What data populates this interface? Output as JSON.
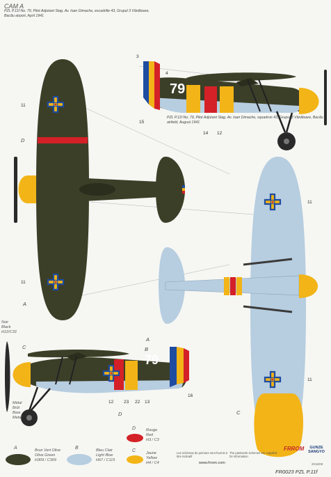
{
  "header": {
    "cam": "CAM A",
    "caption1": "PZL P.11f No. 79, Pilot Adjutant Stag. Av. Ioan Dimache, escadrille 43, Grupul 3 Vânătoare, Bacău airport, April 1941",
    "caption2": "PZL P.11f No. 79, Pilot Adjutant Stag. Av. Ioan Dimache, squadron 43, Grupul 3 Vânătoare, Bacău airfield, August 1941"
  },
  "marking": {
    "fuselage_number": "79"
  },
  "callouts": {
    "top_view": [
      "11",
      "D",
      "11",
      "A"
    ],
    "side_view": [
      "3",
      "4",
      "15",
      "14",
      "12"
    ],
    "bottom_view": [
      "11",
      "11",
      "C"
    ],
    "left_side_view": [
      "C",
      "A",
      "B",
      "12",
      "D",
      "23",
      "22",
      "13",
      "16"
    ]
  },
  "propeller": {
    "top_label": "Noir\nBlack\nH12/C33",
    "bottom_label": "Métal\nBrût\nBare\nMetal"
  },
  "swatches": [
    {
      "letter": "A",
      "label": "Brun Vert Olive\nOlive Green\nH309 / C309",
      "color": "#3c3f28"
    },
    {
      "letter": "B",
      "label": "Bleu Clair\nLight Blue\nH67 / C115",
      "color": "#b7cde0"
    },
    {
      "letter": "D",
      "label": "Rouge\nRed\nH3 / C3",
      "color": "#d42027"
    },
    {
      "letter": "C",
      "label": "Jaune\nYellow\nH4 / C4",
      "color": "#f2b417"
    }
  ],
  "footer": {
    "french_note": "Les schémas de peinture sont fournis à titre indicatif",
    "english_note": "The paintwork schemes are supplied for information",
    "url": "www.frrom.com",
    "brand": "FRROM",
    "brand2": "GUNZE SANGYO",
    "product_code": "FR0023 PZL P.11f",
    "serial": "2016/09"
  },
  "colors": {
    "olive": "#3c3f28",
    "light_blue": "#b7cde0",
    "red": "#d42027",
    "yellow": "#f2b417",
    "roundel_blue": "#1e4ca0"
  }
}
